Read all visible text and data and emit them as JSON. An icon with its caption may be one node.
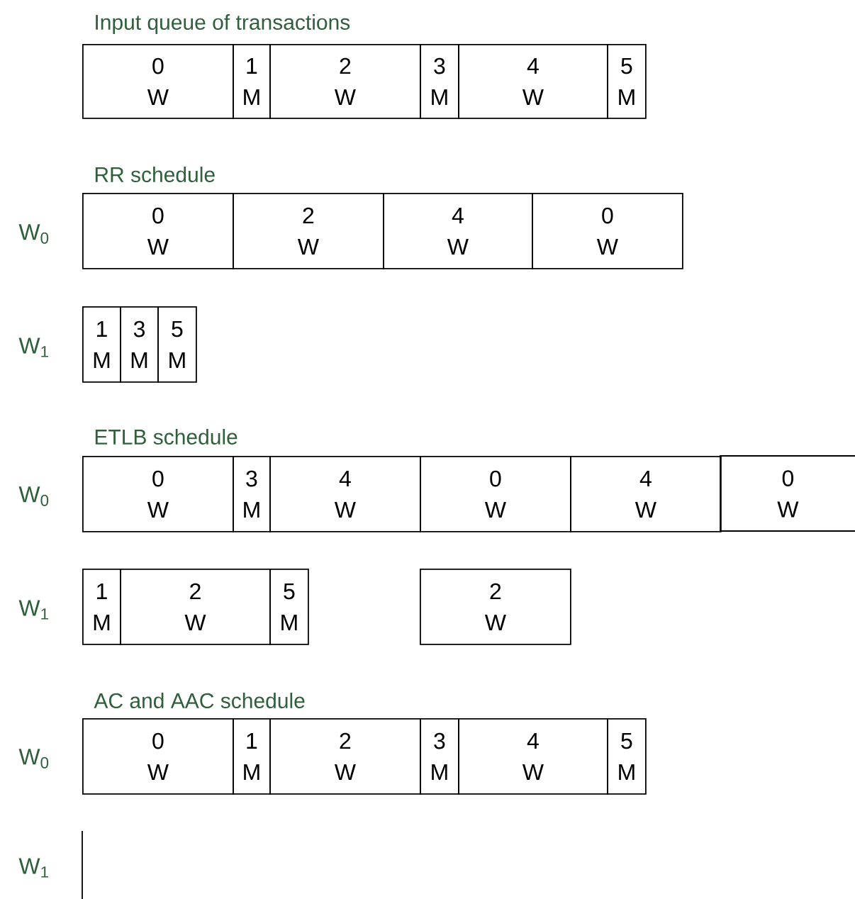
{
  "diagram": {
    "nodes": [
      {
        "text": [
          "0",
          "W"
        ]
      },
      {
        "text": [
          "1",
          "M"
        ]
      },
      {
        "text": [
          "2",
          "W"
        ]
      },
      {
        "text": [
          "3",
          "M"
        ]
      },
      {
        "text": [
          "4",
          "W"
        ]
      },
      {
        "text": [
          "5",
          "M"
        ]
      },
      {
        "text": [
          "0",
          "W"
        ]
      },
      {
        "text": [
          "2",
          "W"
        ]
      },
      {
        "text": [
          "4",
          "W"
        ]
      },
      {
        "text": [
          "0",
          "W"
        ]
      },
      {
        "text": [
          "1",
          "M"
        ]
      },
      {
        "text": [
          "3",
          "M"
        ]
      },
      {
        "text": [
          "5",
          "M"
        ]
      },
      {
        "text": [
          "0",
          "W"
        ]
      },
      {
        "text": [
          "3",
          "M"
        ]
      },
      {
        "text": [
          "4",
          "W"
        ]
      },
      {
        "text": [
          "0",
          "W"
        ]
      },
      {
        "text": [
          "4",
          "W"
        ]
      },
      {
        "text": [
          "0",
          "W"
        ]
      },
      {
        "text": [
          "1",
          "M"
        ]
      },
      {
        "text": [
          "2",
          "W"
        ]
      },
      {
        "text": [
          "5",
          "M"
        ]
      },
      {
        "text": [
          "2",
          "W"
        ]
      },
      {
        "text": [
          "0",
          "W"
        ]
      },
      {
        "text": [
          "1",
          "M"
        ]
      },
      {
        "text": [
          "2",
          "W"
        ]
      },
      {
        "text": [
          "3",
          "M"
        ]
      },
      {
        "text": [
          "4",
          "W"
        ]
      },
      {
        "text": [
          "5",
          "M"
        ]
      }
    ],
    "labels": [
      "Input queue of transactions",
      "RR schedule",
      "W$_{0}$",
      "W$_{1}$",
      "ETLB schedule",
      "W$_{0}$",
      "W$_{1}$",
      "AC and AAC schedule",
      "W$_{0}$",
      "W$_{1}$"
    ]
  }
}
